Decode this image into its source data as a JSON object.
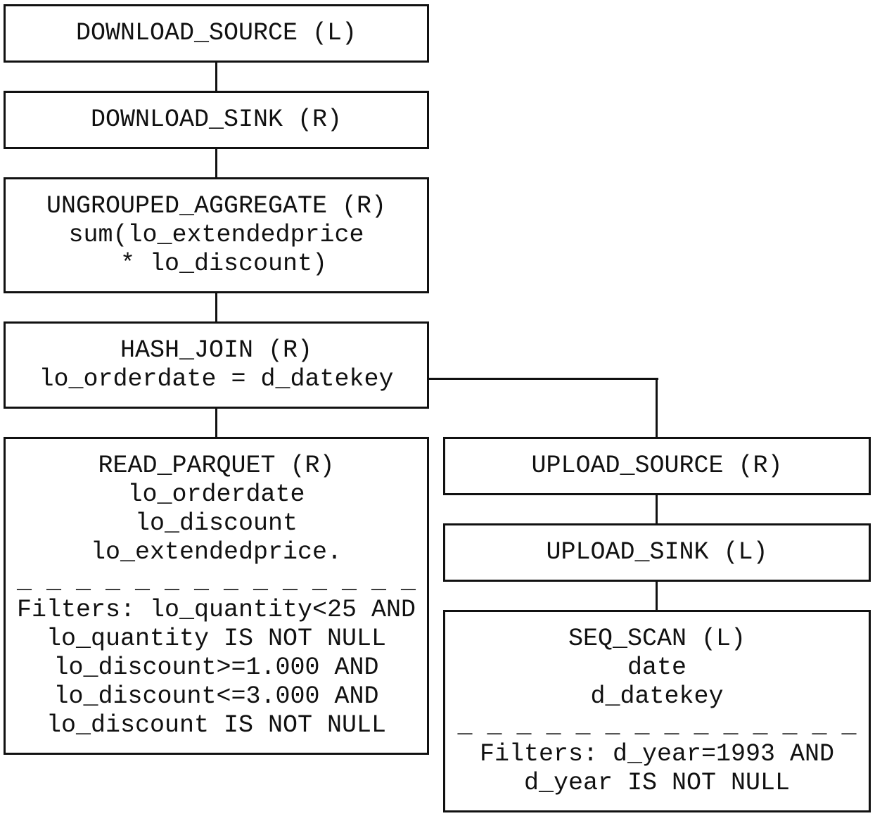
{
  "nodes": {
    "download_source": {
      "title": "DOWNLOAD_SOURCE (L)"
    },
    "download_sink": {
      "title": "DOWNLOAD_SINK (R)"
    },
    "ungrouped_aggregate": {
      "title": "UNGROUPED_AGGREGATE (R)",
      "details": [
        "sum(lo_extendedprice",
        " * lo_discount)"
      ]
    },
    "hash_join": {
      "title": "HASH_JOIN (R)",
      "condition": "lo_orderdate = d_datekey"
    },
    "read_parquet": {
      "title": "READ_PARQUET (R)",
      "columns": [
        "lo_orderdate",
        "lo_discount",
        "lo_extendedprice."
      ],
      "separator": "_ _ _ _ _ _ _ _ _ _ _ _ _ _",
      "filters": [
        "Filters: lo_quantity<25 AND",
        "lo_quantity IS NOT NULL",
        "lo_discount>=1.000 AND",
        "lo_discount<=3.000 AND",
        "lo_discount IS NOT NULL"
      ]
    },
    "upload_source": {
      "title": "UPLOAD_SOURCE (R)"
    },
    "upload_sink": {
      "title": "UPLOAD_SINK (L)"
    },
    "seq_scan": {
      "title": "SEQ_SCAN (L)",
      "columns": [
        "date",
        "d_datekey"
      ],
      "separator": "_ _ _ _ _ _ _ _ _ _ _ _ _ _",
      "filters": [
        "Filters: d_year=1993 AND",
        "d_year IS NOT NULL"
      ]
    }
  },
  "colors": {
    "stroke": "#111111",
    "background": "#ffffff"
  }
}
